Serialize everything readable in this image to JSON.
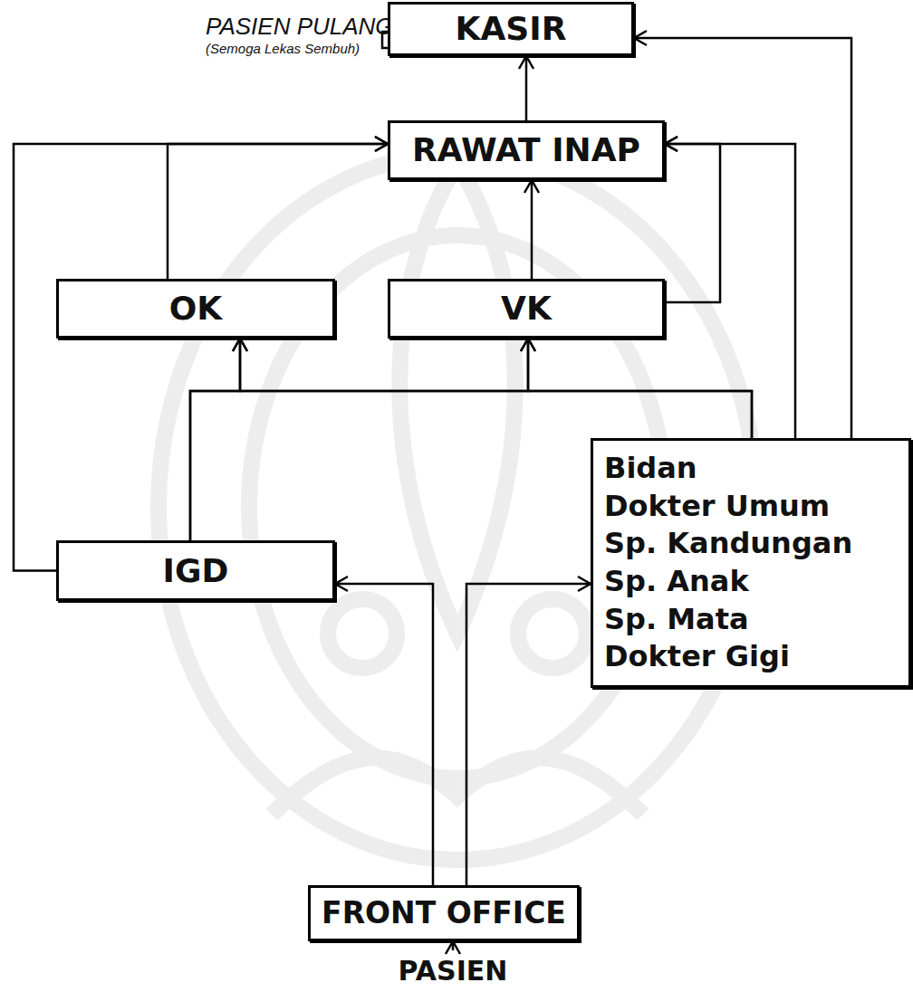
{
  "diagram": {
    "nodes": [
      {
        "text": [
          "PASIEN PULANG",
          "(Semoga Lekas Sembuh)"
        ]
      },
      {
        "text": [
          "KASIR"
        ]
      },
      {
        "text": [
          "RAWAT INAP"
        ]
      },
      {
        "text": [
          "OK"
        ]
      },
      {
        "text": [
          "VK"
        ]
      },
      {
        "text": [
          "Bidan",
          "Dokter Umum",
          "Sp. Kandungan",
          "Sp. Anak",
          "Sp. Mata",
          "Dokter Gigi"
        ]
      },
      {
        "text": [
          "IGD"
        ]
      },
      {
        "text": [
          "FRONT OFFICE"
        ]
      },
      {
        "text": [
          "PASIEN"
        ]
      }
    ],
    "edges": [
      {
        "from": 1,
        "to": 0,
        "arrow": "to"
      },
      {
        "from": 2,
        "to": 1,
        "arrow": "to"
      },
      {
        "from": 4,
        "to": 2,
        "arrow": "to"
      },
      {
        "from": 4,
        "to": 2,
        "arrow": "to"
      },
      {
        "from": 3,
        "to": 2,
        "arrow": "to"
      },
      {
        "from": 6,
        "to": 2,
        "arrow": "to"
      },
      {
        "from": 5,
        "to": 2,
        "arrow": "to"
      },
      {
        "from": 5,
        "to": 1,
        "arrow": "to"
      },
      {
        "from": 6,
        "to": 3,
        "arrow": "to"
      },
      {
        "from": 6,
        "to": 4,
        "arrow": "to"
      },
      {
        "from": 5,
        "to": 3,
        "arrow": "to"
      },
      {
        "from": 5,
        "to": 4,
        "arrow": "to"
      },
      {
        "from": 7,
        "to": 6,
        "arrow": "to"
      },
      {
        "from": 7,
        "to": 5,
        "arrow": "to"
      },
      {
        "from": 8,
        "to": 7,
        "arrow": "to"
      }
    ]
  }
}
